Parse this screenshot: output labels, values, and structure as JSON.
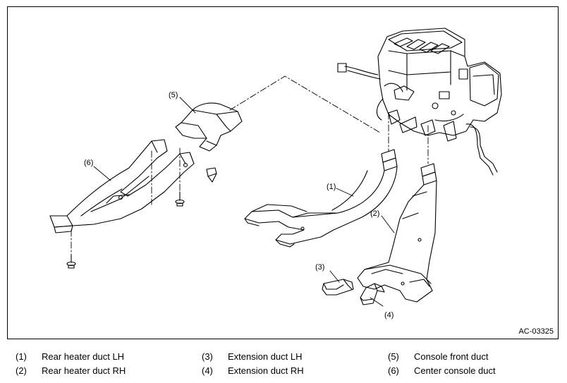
{
  "figure_id": "AC-03325",
  "callouts": {
    "c1": "(1)",
    "c2": "(2)",
    "c3": "(3)",
    "c4": "(4)",
    "c5": "(5)",
    "c6": "(6)"
  },
  "legend": [
    {
      "num": "(1)",
      "label": "Rear heater duct LH"
    },
    {
      "num": "(2)",
      "label": "Rear heater duct RH"
    },
    {
      "num": "(3)",
      "label": "Extension duct LH"
    },
    {
      "num": "(4)",
      "label": "Extension duct RH"
    },
    {
      "num": "(5)",
      "label": "Console front duct"
    },
    {
      "num": "(6)",
      "label": "Center console duct"
    }
  ]
}
